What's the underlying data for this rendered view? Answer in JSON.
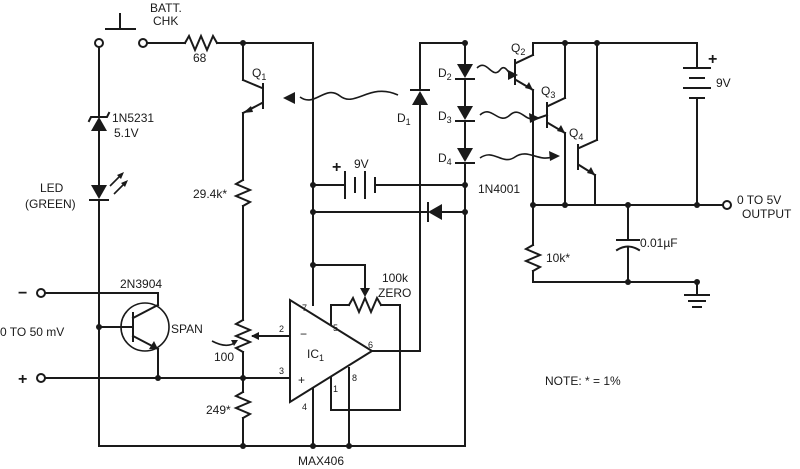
{
  "labels": {
    "batt_chk_1": "BATT.",
    "batt_chk_2": "CHK",
    "r68": "68",
    "zener": "1N5231",
    "zener_v": "5.1V",
    "led_1": "LED",
    "led_2": "(GREEN)",
    "q1": "Q",
    "q1_sub": "1",
    "r29": "29.4k*",
    "transistor": "2N3904",
    "span": "SPAN",
    "r100": "100",
    "r249": "249*",
    "input_range": "0 TO 50 mV",
    "minus": "−",
    "plus": "+",
    "batt1_plus": "+",
    "batt1_v": "9V",
    "diode_d1": "D",
    "diode_d1_sub": "1",
    "diode_1n4001": "1N4001",
    "d2": "D",
    "d2_sub": "2",
    "d3": "D",
    "d3_sub": "3",
    "d4": "D",
    "d4_sub": "4",
    "q2": "Q",
    "q2_sub": "2",
    "q3": "Q",
    "q3_sub": "3",
    "q4": "Q",
    "q4_sub": "4",
    "batt2_plus": "+",
    "batt2_v": "9V",
    "r10k": "10k*",
    "cap": "0.01µF",
    "output_1": "0 TO 5V",
    "output_2": "OUTPUT",
    "zero_r": "100k",
    "zero": "ZERO",
    "ic": "IC",
    "ic_sub": "1",
    "ic_part": "MAX406",
    "pin2": "2",
    "pin3": "3",
    "pin4": "4",
    "pin5": "5",
    "pin6": "6",
    "pin7": "7",
    "pin8": "8",
    "pin1": "1",
    "ic_minus": "−",
    "ic_plus": "+",
    "note": "NOTE: * = 1%"
  }
}
